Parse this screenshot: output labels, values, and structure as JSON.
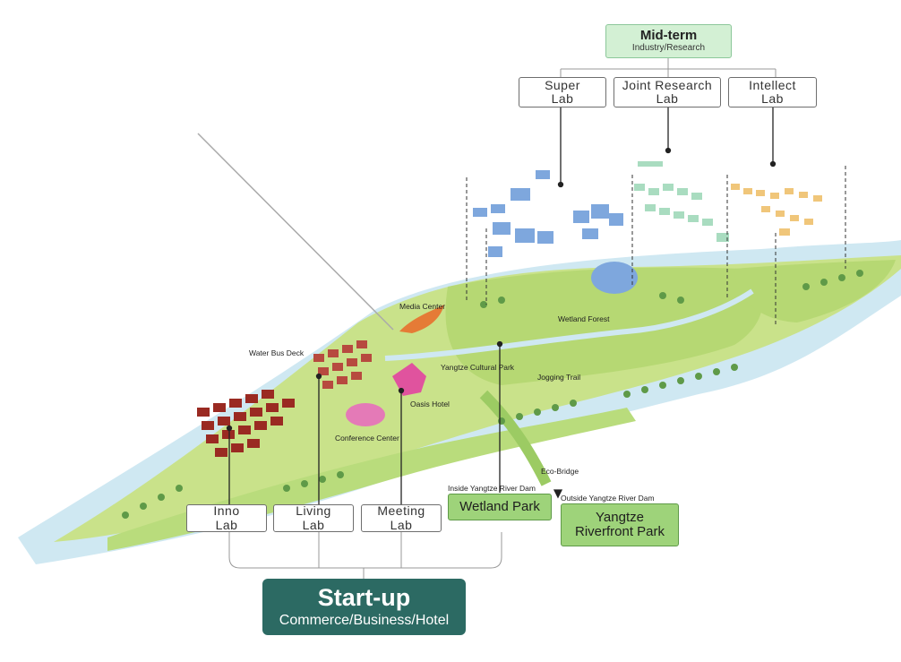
{
  "midterm": {
    "title": "Mid-term",
    "subtitle": "Industry/Research"
  },
  "midterm_labs": [
    {
      "line1": "Super",
      "line2": "Lab"
    },
    {
      "line1": "Joint Research",
      "line2": "Lab"
    },
    {
      "line1": "Intellect",
      "line2": "Lab"
    }
  ],
  "startup": {
    "title": "Start-up",
    "subtitle": "Commerce/Business/Hotel"
  },
  "startup_labs": [
    {
      "line1": "Inno",
      "line2": "Lab"
    },
    {
      "line1": "Living",
      "line2": "Lab"
    },
    {
      "line1": "Meeting",
      "line2": "Lab"
    }
  ],
  "wetland_park": {
    "label": "Wetland Park",
    "caption": "Inside Yangtze River Dam"
  },
  "riverfront_park": {
    "line1": "Yangtze",
    "line2": "Riverfront  Park",
    "caption": "Outside Yangtze River Dam"
  },
  "map_labels": {
    "media_center": "Media Center",
    "water_bus_deck": "Water Bus Deck",
    "wetland_forest": "Wetland Forest",
    "yangtze_cultural_park": "Yangtze Cultural Park",
    "jogging_trail": "Jogging Trail",
    "oasis_hotel": "Oasis Hotel",
    "conference_center": "Conference Center",
    "eco_bridge": "Eco-Bridge"
  },
  "colors": {
    "startup_box": "#2c6a63",
    "midterm_box": "#d3f0d4",
    "green_box": "#9ed37a",
    "water": "#cfe8f2",
    "land": "#c9e28a",
    "super_lab_buildings": "#7ea7dd",
    "joint_lab_buildings": "#a9dcc0",
    "intellect_lab_buildings": "#f0c67a",
    "startup_buildings": "#9a2a22"
  }
}
